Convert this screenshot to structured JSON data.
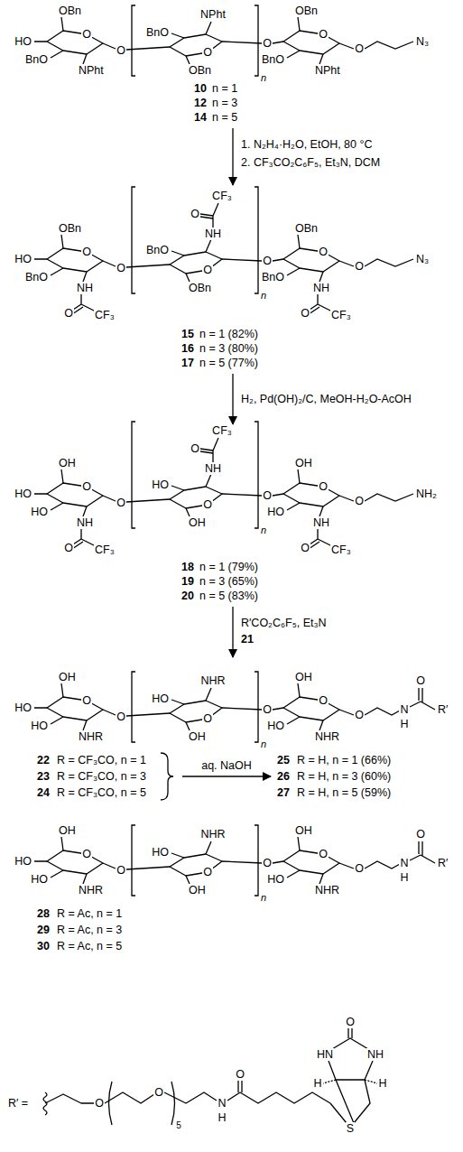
{
  "diagram": {
    "labels": [
      "OBn",
      "HO",
      "BnO",
      "O",
      "NPht",
      "O",
      "BnO",
      "NPht",
      "O",
      "OBn",
      "O",
      "n",
      "OBn",
      "BnO",
      "O",
      "NPht",
      "O",
      "N₃",
      "10",
      "n = 1",
      "12",
      "n = 3",
      "14",
      "n = 5",
      "1. N₂H₄·H₂O, EtOH, 80 °C",
      "2. CF₃CO₂C₆F₅, Et₃N, DCM",
      "OBn",
      "HO",
      "BnO",
      "O",
      "NH",
      "O",
      "CF₃",
      "O",
      "CF₃",
      "O",
      "NH",
      "BnO",
      "O",
      "OBn",
      "O",
      "n",
      "OBn",
      "BnO",
      "O",
      "NH",
      "O",
      "CF₃",
      "O",
      "N₃",
      "15",
      "n = 1 (82%)",
      "16",
      "n = 3 (80%)",
      "17",
      "n = 5 (77%)",
      "H₂, Pd(OH)₂/C, MeOH-H₂O-AcOH",
      "OH",
      "HO",
      "HO",
      "O",
      "NH",
      "O",
      "CF₃",
      "O",
      "CF₃",
      "O",
      "NH",
      "HO",
      "O",
      "OH",
      "O",
      "n",
      "OH",
      "HO",
      "O",
      "NH",
      "O",
      "CF₃",
      "O",
      "NH₂",
      "18",
      "n = 1 (79%)",
      "19",
      "n = 3 (65%)",
      "20",
      "n = 5 (83%)",
      "R′CO₂C₆F₅, Et₃N",
      "21",
      "OH",
      "HO",
      "HO",
      "O",
      "NHR",
      "O",
      "NHR",
      "HO",
      "O",
      "OH",
      "O",
      "n",
      "OH",
      "HO",
      "O",
      "NHR",
      "O",
      "N",
      "H",
      "O",
      "R′",
      "22",
      "R = CF₃CO, n = 1",
      "23",
      "R = CF₃CO, n = 3",
      "24",
      "R = CF₃CO, n = 5",
      "aq. NaOH",
      "25",
      "R = H, n = 1 (66%)",
      "26",
      "R = H, n = 3 (60%)",
      "27",
      "R = H, n = 5 (59%)",
      "OH",
      "HO",
      "HO",
      "O",
      "NHR",
      "O",
      "NHR",
      "HO",
      "O",
      "OH",
      "O",
      "n",
      "OH",
      "HO",
      "O",
      "NHR",
      "O",
      "N",
      "H",
      "O",
      "R′",
      "28",
      "R = Ac, n = 1",
      "29",
      "R = Ac, n = 3",
      "30",
      "R = Ac, n = 5",
      "R′ =",
      "O",
      "O",
      "5",
      "N",
      "H",
      "O",
      "HN",
      "NH",
      "O",
      "H",
      "H",
      "S"
    ]
  }
}
